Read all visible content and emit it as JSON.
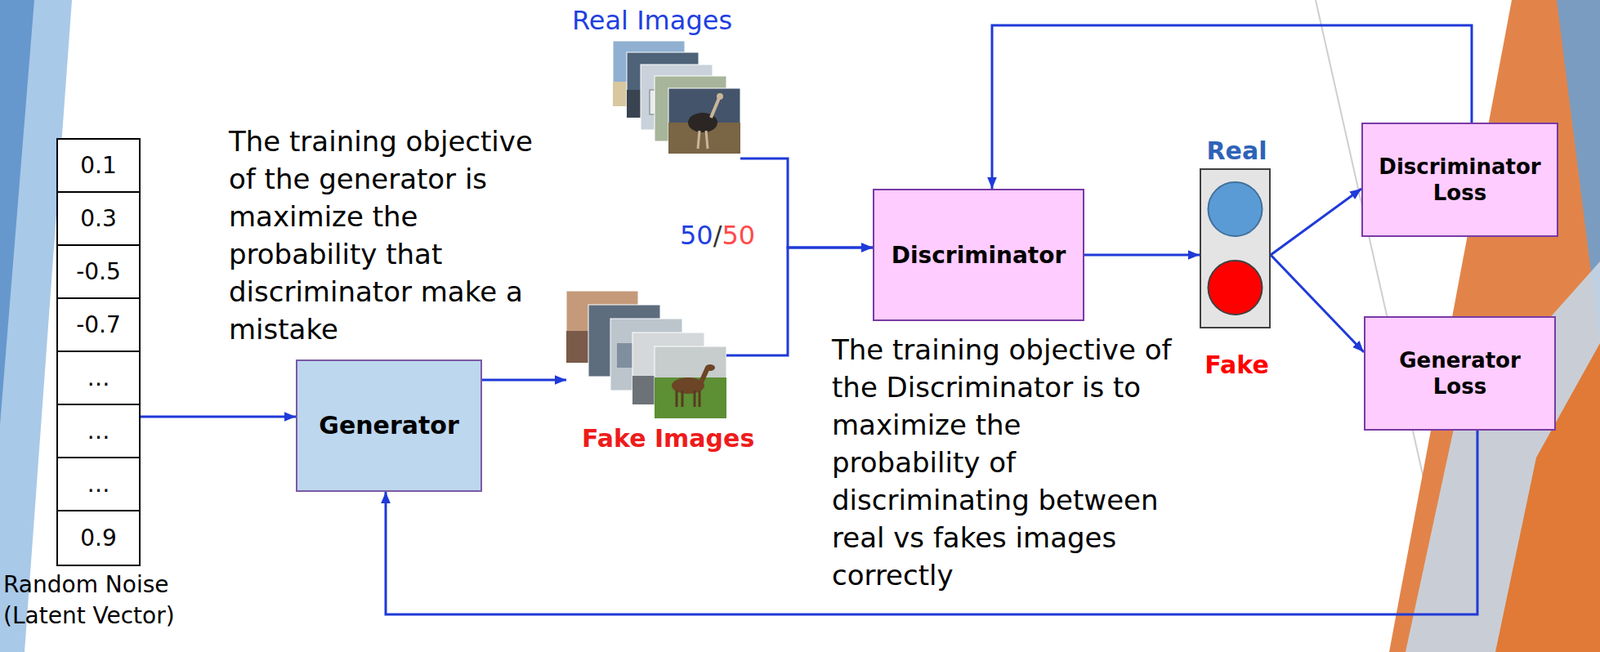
{
  "diagram": {
    "nodes": [
      {
        "text": [
          "Random Noise (Latent Vector)"
        ]
      },
      {
        "text": [
          "0.1"
        ],
        "in": 0
      },
      {
        "text": [
          "0.3"
        ],
        "in": 0
      },
      {
        "text": [
          "-0.5"
        ],
        "in": 0
      },
      {
        "text": [
          "-0.7"
        ],
        "in": 0
      },
      {
        "text": [
          "…"
        ],
        "in": 0
      },
      {
        "text": [
          "…"
        ],
        "in": 0
      },
      {
        "text": [
          "…"
        ],
        "in": 0
      },
      {
        "text": [
          "0.9"
        ],
        "in": 0
      },
      {
        "text": [
          "Generator"
        ]
      },
      {
        "text": [
          "Real Images"
        ]
      },
      {
        "text": [
          "Fake Images"
        ]
      },
      {
        "text": [
          "Discriminator"
        ]
      },
      {
        "text": [
          "Real",
          "Fake"
        ]
      },
      {
        "text": [
          "Discriminator Loss"
        ]
      },
      {
        "text": [
          "Generator Loss"
        ]
      }
    ],
    "edges": [
      {
        "from": 0,
        "to": 9,
        "arrow": "to"
      },
      {
        "from": 9,
        "to": 11,
        "arrow": "to"
      },
      {
        "from": 10,
        "to": 12,
        "arrow": "to"
      },
      {
        "from": 11,
        "to": 12,
        "arrow": "to"
      },
      {
        "from": 12,
        "to": 13,
        "arrow": "to"
      },
      {
        "from": 13,
        "to": 14,
        "arrow": "to"
      },
      {
        "from": 13,
        "to": 15,
        "arrow": "to"
      },
      {
        "from": 14,
        "to": 12,
        "arrow": "to"
      },
      {
        "from": 15,
        "to": 9,
        "arrow": "to"
      }
    ],
    "labels": [
      "The training objective of the generator is maximize the probability that discriminator make a mistake",
      "The training objective of the Discriminator is to maximize the probability of discriminating between real vs fakes images correctly",
      "50",
      "/",
      "50"
    ]
  }
}
